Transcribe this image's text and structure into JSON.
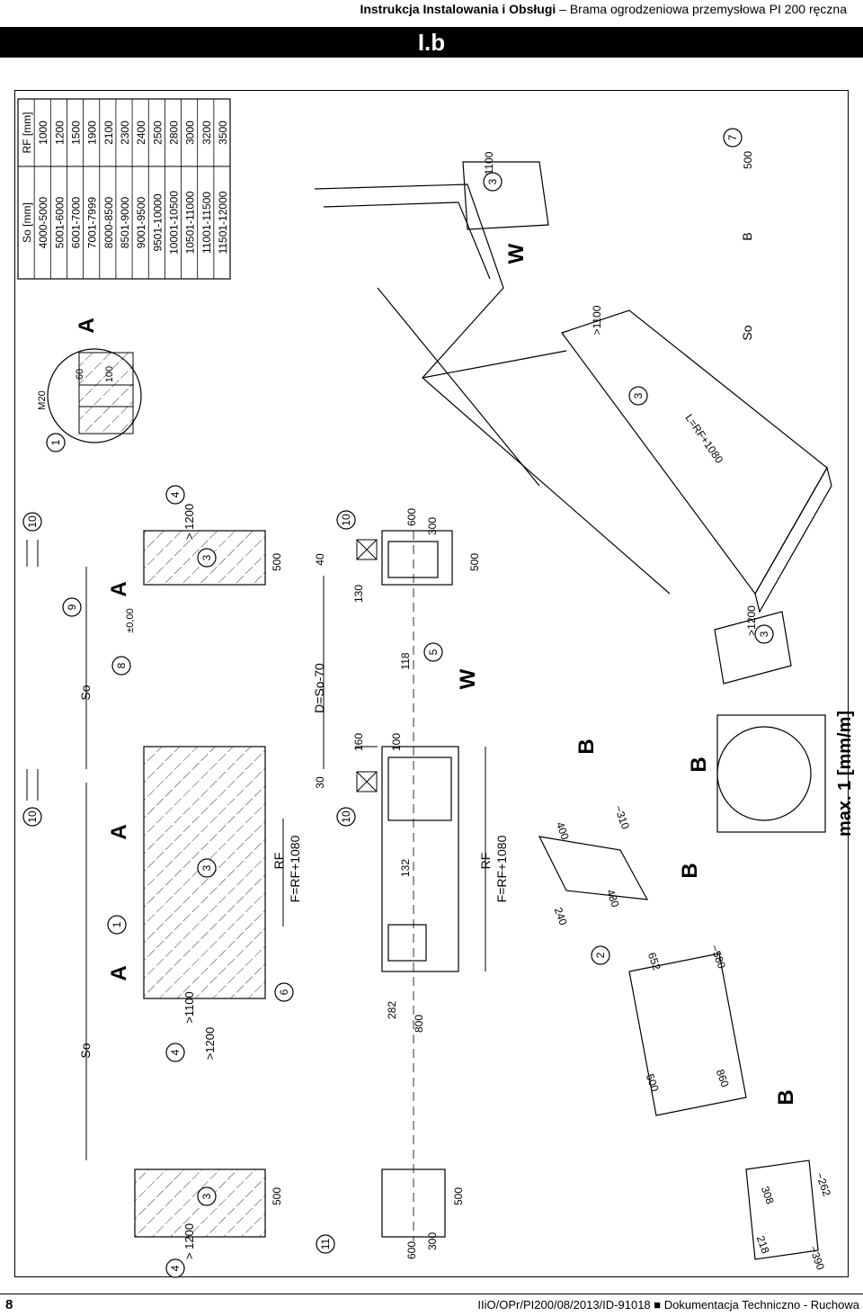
{
  "header": {
    "title_bold": "Instrukcja Instalowania i Obsługi",
    "title_sep": " – ",
    "title_rest": "Brama ogrodzeniowa przemysłowa PI 200 ręczna"
  },
  "section": {
    "label": "I.b"
  },
  "table": {
    "headers": [
      "So [mm]",
      "RF [mm]"
    ],
    "rows": [
      [
        "4000-5000",
        "1000"
      ],
      [
        "5001-6000",
        "1200"
      ],
      [
        "6001-7000",
        "1500"
      ],
      [
        "7001-7999",
        "1900"
      ],
      [
        "8000-8500",
        "2100"
      ],
      [
        "8501-9000",
        "2300"
      ],
      [
        "9001-9500",
        "2400"
      ],
      [
        "9501-10000",
        "2500"
      ],
      [
        "10001-10500",
        "2800"
      ],
      [
        "10501-11000",
        "3000"
      ],
      [
        "11001-11500",
        "3200"
      ],
      [
        "11501-12000",
        "3500"
      ]
    ]
  },
  "labels": {
    "A": "A",
    "B": "B",
    "W": "W",
    "So": "So",
    "RF": "RF",
    "f_formula": "F=RF+1080",
    "d_formula": "D=So-70",
    "level": "±0,00",
    "max": "max. 1 [mm/m]",
    "l_formula": "L=RF+1080",
    "m20": "M20",
    "gt1200": "> 1200",
    "gt1100": ">1100",
    "gt1200b": ">1200",
    "gt1100b": ">1100"
  },
  "callouts": [
    "1",
    "2",
    "3",
    "4",
    "5",
    "6",
    "7",
    "8",
    "9",
    "10",
    "11"
  ],
  "dims": {
    "d500": "500",
    "d600": "600",
    "d300": "300",
    "d800": "800",
    "d282": "282",
    "d130": "130",
    "d40": "40",
    "d30": "30",
    "d160": "160",
    "d100": "100",
    "d118": "118",
    "d132": "132",
    "d60": "60",
    "d400": "400",
    "d240": "240",
    "d480": "480",
    "d310": "~310",
    "d652": "652",
    "d580": "~580",
    "d860": "860",
    "d308": "308",
    "d218": "218",
    "d390": "~390",
    "d262": "~262"
  },
  "footer": {
    "page_number": "8",
    "doc_ref": "IIiO/OPr/PI200/08/2013/ID-91018 ■ Dokumentacja Techniczno - Ruchowa"
  }
}
